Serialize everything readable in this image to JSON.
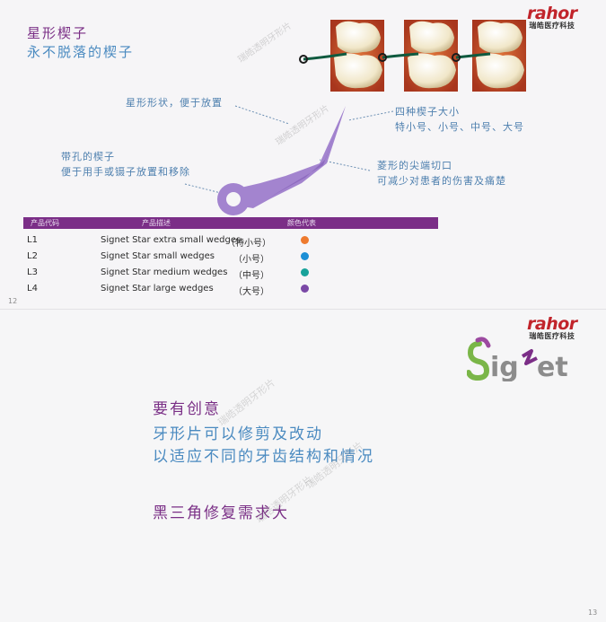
{
  "top_page": {
    "title": "星形楔子",
    "subtitle": "永不脱落的楔子",
    "brand": {
      "logo": "rahor",
      "name": "瑞皓医疗科技"
    },
    "annotations": {
      "star_shape": "星形形状，便于放置",
      "hole": [
        "带孔的楔子",
        "便于用手或镊子放置和移除"
      ],
      "four_sizes": [
        "四种楔子大小",
        "特小号、小号、中号、大号"
      ],
      "diamond_tip": [
        "菱形的尖端切口",
        "可减少对患者的伤害及痛楚"
      ]
    },
    "watermark": "瑞皓透明牙形片",
    "table": {
      "headers": [
        "产品代码",
        "产品描述",
        "颜色代表"
      ],
      "rows": [
        {
          "code": "L1",
          "desc": "Signet Star extra small wedges",
          "size": "（特小号）",
          "color": "#ee7a2e"
        },
        {
          "code": "L2",
          "desc": "Signet Star small wedges",
          "size": "（小号）",
          "color": "#1c8fd6"
        },
        {
          "code": "L3",
          "desc": "Signet Star medium wedges",
          "size": "（中号）",
          "color": "#18a29a"
        },
        {
          "code": "L4",
          "desc": "Signet Star large wedges",
          "size": "（大号）",
          "color": "#7a48a6"
        }
      ]
    },
    "page_number": "12"
  },
  "bottom_page": {
    "brand": {
      "logo": "rahor",
      "name": "瑞皓医疗科技"
    },
    "signet_logo": "Signet",
    "lines": [
      {
        "text": "要有创意",
        "color": "#7a2f86"
      },
      {
        "text": "牙形片可以修剪及改动",
        "color": "#4a8ac0"
      },
      {
        "text": "以适应不同的牙齿结构和情况",
        "color": "#4a8ac0"
      },
      {
        "text": "黑三角修复需求大",
        "color": "#7a2f86"
      }
    ],
    "watermark": "瑞皓透明牙形片",
    "page_number": "13"
  }
}
